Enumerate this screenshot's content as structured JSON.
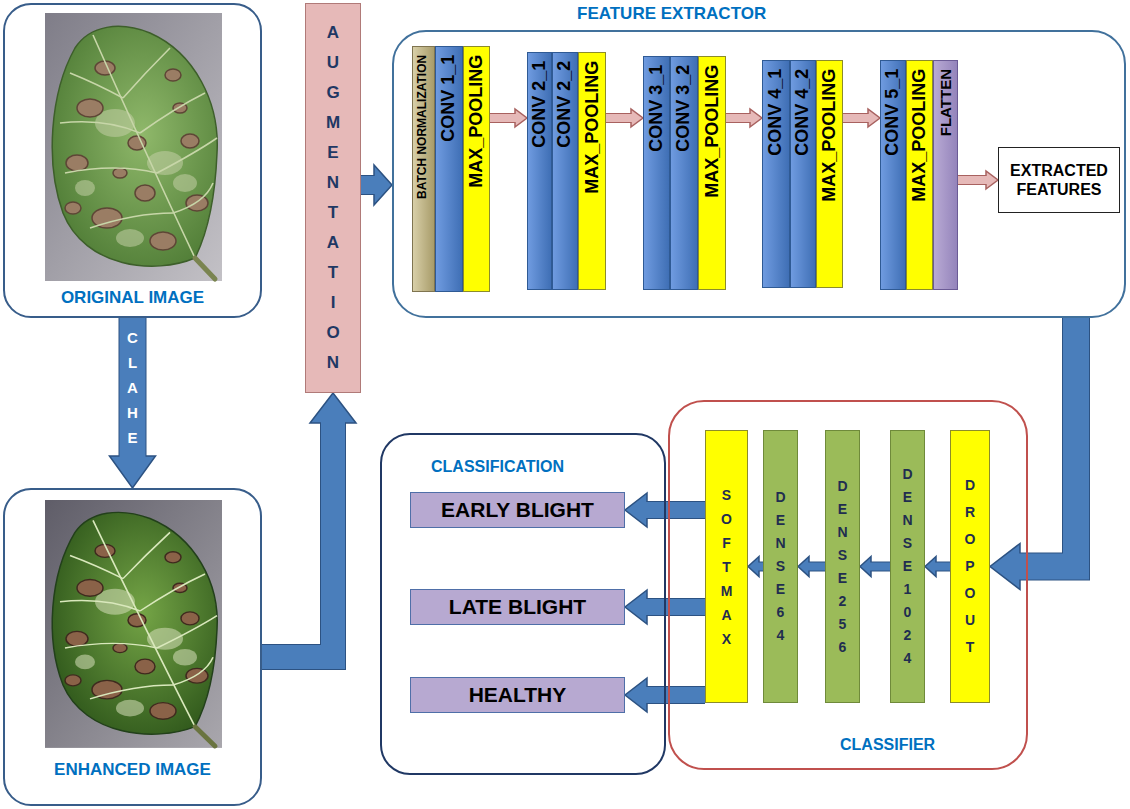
{
  "diagram": {
    "nodes": [
      {
        "text": [
          "ORIGINAL IMAGE"
        ]
      },
      {
        "text": [
          "ENHANCED IMAGE"
        ]
      },
      {
        "text": [
          "AUGMENTATION"
        ]
      },
      {
        "text": [
          "FEATURE EXTRACTOR"
        ]
      },
      {
        "text": [
          "BATCH NORMALIZATION"
        ],
        "in": 3
      },
      {
        "text": [
          "CONV 1_1"
        ],
        "in": 3
      },
      {
        "text": [
          "MAX_POOLING"
        ],
        "in": 3
      },
      {
        "text": [
          "CONV 2_1"
        ],
        "in": 3
      },
      {
        "text": [
          "CONV 2_2"
        ],
        "in": 3
      },
      {
        "text": [
          "MAX_POOLING"
        ],
        "in": 3
      },
      {
        "text": [
          "CONV 3_1"
        ],
        "in": 3
      },
      {
        "text": [
          "CONV 3_2"
        ],
        "in": 3
      },
      {
        "text": [
          "MAX_POOLING"
        ],
        "in": 3
      },
      {
        "text": [
          "CONV 4_1"
        ],
        "in": 3
      },
      {
        "text": [
          "CONV 4_2"
        ],
        "in": 3
      },
      {
        "text": [
          "MAX_POOLING"
        ],
        "in": 3
      },
      {
        "text": [
          "CONV 5_1"
        ],
        "in": 3
      },
      {
        "text": [
          "MAX_POOLING"
        ],
        "in": 3
      },
      {
        "text": [
          "FLATTEN"
        ],
        "in": 3
      },
      {
        "text": [
          "EXTRACTED FEATURES"
        ],
        "in": 3
      },
      {
        "text": [
          "CLASSIFICATION"
        ]
      },
      {
        "text": [
          "EARLY BLIGHT"
        ],
        "in": 20
      },
      {
        "text": [
          "LATE BLIGHT"
        ],
        "in": 20
      },
      {
        "text": [
          "HEALTHY"
        ],
        "in": 20
      },
      {
        "text": [
          "CLASSIFIER"
        ]
      },
      {
        "text": [
          "SOFTMAX"
        ],
        "in": 24
      },
      {
        "text": [
          "DENSE 64"
        ],
        "in": 24
      },
      {
        "text": [
          "DENSE 256"
        ],
        "in": 24
      },
      {
        "text": [
          "DENSE 1024"
        ],
        "in": 24
      },
      {
        "text": [
          "DROPOUT"
        ],
        "in": 24
      }
    ],
    "edges": [
      {
        "from": 0,
        "to": 1,
        "label": "CLAHE",
        "arrow": "to"
      },
      {
        "from": 1,
        "to": 2,
        "arrow": "to"
      },
      {
        "from": 2,
        "to": 3,
        "arrow": "to"
      },
      {
        "from": 6,
        "to": 7,
        "arrow": "to"
      },
      {
        "from": 9,
        "to": 10,
        "arrow": "to"
      },
      {
        "from": 12,
        "to": 13,
        "arrow": "to"
      },
      {
        "from": 15,
        "to": 16,
        "arrow": "to"
      },
      {
        "from": 18,
        "to": 19,
        "arrow": "to"
      },
      {
        "from": 3,
        "to": 29,
        "arrow": "to"
      },
      {
        "from": 29,
        "to": 28,
        "arrow": "to"
      },
      {
        "from": 28,
        "to": 27,
        "arrow": "to"
      },
      {
        "from": 27,
        "to": 26,
        "arrow": "to"
      },
      {
        "from": 26,
        "to": 25,
        "arrow": "to"
      },
      {
        "from": 25,
        "to": 21,
        "arrow": "to"
      },
      {
        "from": 25,
        "to": 22,
        "arrow": "to"
      },
      {
        "from": 25,
        "to": 23,
        "arrow": "to"
      }
    ]
  }
}
